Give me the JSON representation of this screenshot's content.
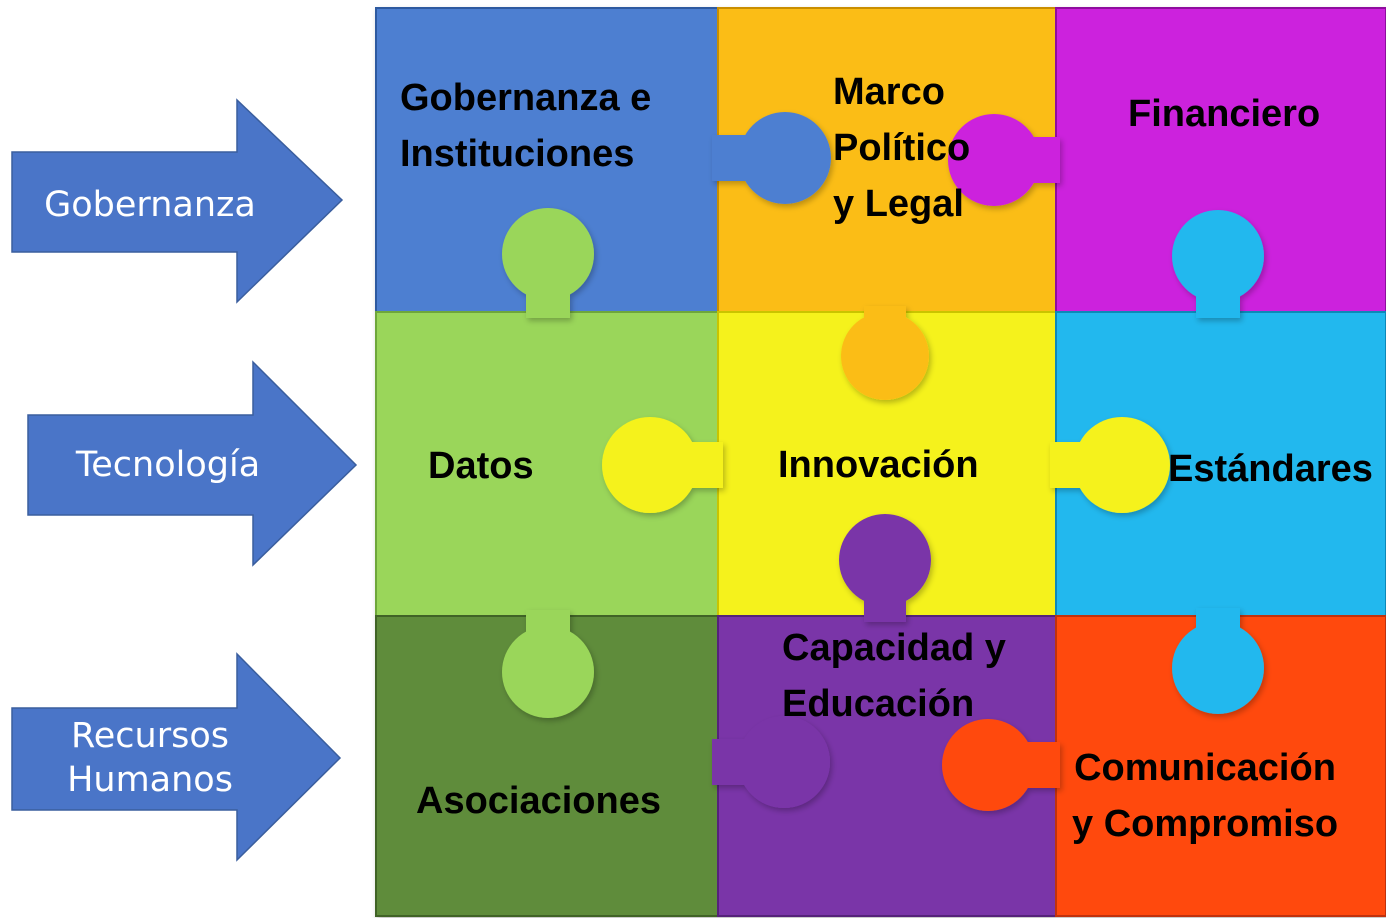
{
  "arrows": [
    {
      "label": "Gobernanza",
      "color": "#4a75c8"
    },
    {
      "label": "Tecnología",
      "color": "#4a75c8"
    },
    {
      "label": "Recursos\nHumanos",
      "color": "#4a75c8"
    }
  ],
  "pieces": [
    {
      "label": "Gobernanza e\nInstituciones",
      "color": "#4d7fd1"
    },
    {
      "label": "Marco\nPolítico\ny Legal",
      "color": "#fbbd14"
    },
    {
      "label": "Financiero",
      "color": "#cc22dd"
    },
    {
      "label": "Datos",
      "color": "#9ad65a"
    },
    {
      "label": "Innovación",
      "color": "#f5f21a"
    },
    {
      "label": "Estándares",
      "color": "#20b8ee"
    },
    {
      "label": "Asociaciones",
      "color": "#5e8c3a"
    },
    {
      "label": "Capacidad y\nEducación",
      "color": "#7a35a8"
    },
    {
      "label": "Comunicación\ny Compromiso",
      "color": "#ff4a0e"
    }
  ]
}
